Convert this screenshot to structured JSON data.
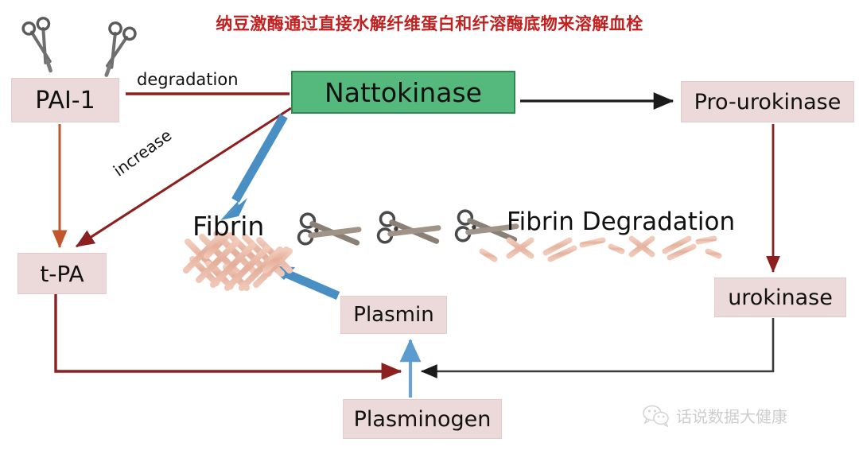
{
  "title": "纳豆激酶通过直接水解纤维蛋白和纤溶酶底物来溶解血栓",
  "colors": {
    "title_red": "#c42020",
    "box_pink": "#ecd9d9",
    "box_green": "#55b87d",
    "box_green_border": "#2f8a52",
    "arrow_darkred": "#8c1f1f",
    "arrow_orange": "#c0562a",
    "arrow_blue": "#4a8fc4",
    "arrow_black": "#1a1a1a",
    "fibrin_mesh": "#e8b7a4"
  },
  "nodes": {
    "pai1": "PAI-1",
    "tpa": "t-PA",
    "nattokinase": "Nattokinase",
    "pro_urokinase": "Pro-urokinase",
    "urokinase": "urokinase",
    "plasmin": "Plasmin",
    "plasminogen": "Plasminogen"
  },
  "labels": {
    "degradation": "degradation",
    "increase": "increase",
    "fibrin": "Fibrin",
    "fibrin_degradation": "Fibrin Degradation"
  },
  "icons": {
    "scissors_count_top": 2,
    "scissors_count_middle": 3,
    "watermark_logo": "wechat-icon"
  },
  "edges": [
    {
      "name": "nattokinase-degrades-pai1",
      "from": "Nattokinase",
      "to": "PAI-1",
      "label": "degradation",
      "color": "#8c1f1f"
    },
    {
      "name": "nattokinase-increases-tpa",
      "from": "Nattokinase",
      "to": "t-PA",
      "label": "increase",
      "color": "#8c1f1f"
    },
    {
      "name": "pai1-inhibits-tpa",
      "from": "PAI-1",
      "to": "t-PA",
      "label": "",
      "color": "#c0562a"
    },
    {
      "name": "nattokinase-to-pro-urokinase",
      "from": "Nattokinase",
      "to": "Pro-urokinase",
      "label": "",
      "color": "#1a1a1a"
    },
    {
      "name": "pro-urokinase-to-urokinase",
      "from": "Pro-urokinase",
      "to": "urokinase",
      "label": "",
      "color": "#8c1f1f"
    },
    {
      "name": "nattokinase-degrades-fibrin",
      "from": "Nattokinase",
      "to": "Fibrin",
      "label": "",
      "color": "#4a8fc4"
    },
    {
      "name": "plasmin-degrades-fibrin",
      "from": "Plasmin",
      "to": "Fibrin",
      "label": "",
      "color": "#4a8fc4"
    },
    {
      "name": "plasminogen-to-plasmin",
      "from": "Plasminogen",
      "to": "Plasmin",
      "label": "",
      "color": "#4a8fc4"
    },
    {
      "name": "tpa-activates-plasminogen",
      "from": "t-PA",
      "to": "Plasminogen",
      "label": "",
      "color": "#8c1f1f"
    },
    {
      "name": "urokinase-activates-plasminogen",
      "from": "urokinase",
      "to": "Plasminogen",
      "label": "",
      "color": "#1a1a1a"
    }
  ],
  "watermark": {
    "text": "话说数据大健康"
  }
}
